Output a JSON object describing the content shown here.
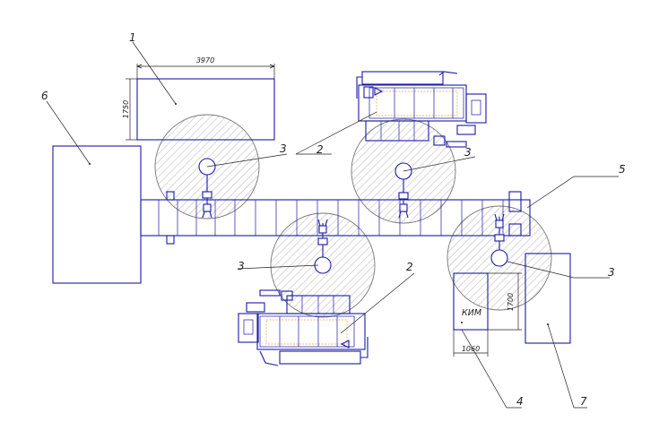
{
  "callouts": {
    "c1": "1",
    "c2a": "2",
    "c2b": "2",
    "c3a": "3",
    "c3b": "3",
    "c3c": "3",
    "c3d": "3",
    "c4": "4",
    "c5": "5",
    "c6": "6",
    "c7": "7"
  },
  "dimensions": {
    "width_1": "3970",
    "height_1": "1750",
    "height_kim": "1700",
    "width_kim": "1060"
  },
  "labels": {
    "kim": "КИМ"
  }
}
